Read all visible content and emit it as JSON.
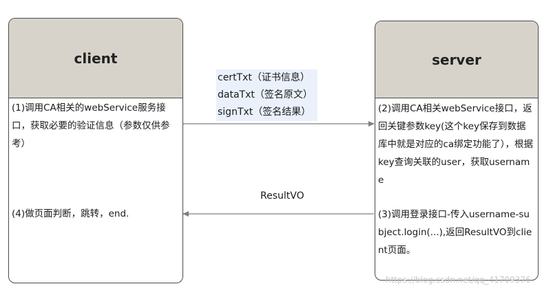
{
  "client": {
    "title": "client",
    "step1": "(1)调用CA相关的webService服务接口，获取必要的验证信息（参数仅供参考）",
    "step4": "(4)做页面判断，跳转，end."
  },
  "server": {
    "title": "server",
    "step2": "(2)调用CA相关webService接口，返回关键参数key(这个key保存到数据库中就是对应的ca绑定功能了），根据key查询关联的user，获取username",
    "step3": "(3)调用登录接口-传入username-subject.login(...),返回ResultVO到client页面。"
  },
  "request": {
    "params": [
      "certTxt（证书信息）",
      "dataTxt（签名原文）",
      "signTxt（签名结果）"
    ]
  },
  "response": {
    "label": "ResultVO"
  },
  "watermark": "https://blog.csdn.net/qq_41709376",
  "colors": {
    "header_fill": "#d7d3cb",
    "border": "#4a4a4a",
    "arrow": "#7f7f7f",
    "param_highlight": "#eaf1fb"
  }
}
